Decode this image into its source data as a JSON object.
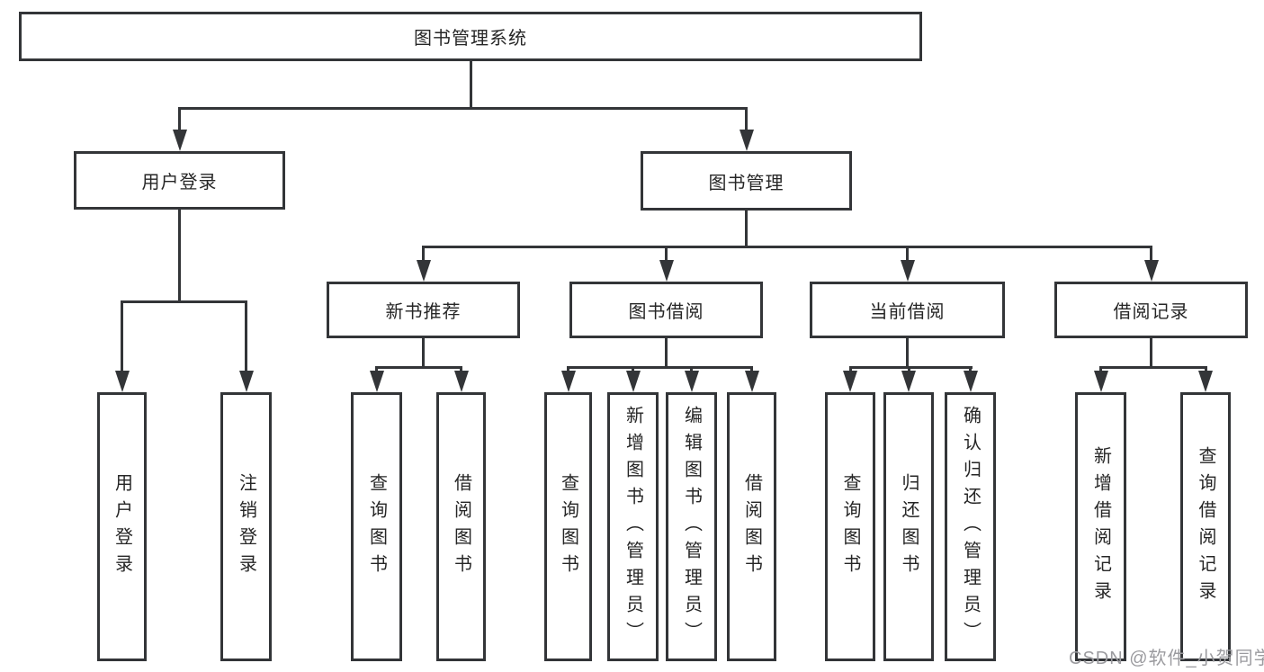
{
  "colors": {
    "line": "#333538",
    "text": "#262626",
    "background": "#ffffff",
    "watermark": "#9b9b9f"
  },
  "watermark": {
    "text": "CSDN @软件_小贺同学"
  },
  "tree": {
    "label": "图书管理系统",
    "children": [
      {
        "label": "用户登录",
        "children": [
          {
            "label": "用户登录"
          },
          {
            "label": "注销登录"
          }
        ]
      },
      {
        "label": "图书管理",
        "children": [
          {
            "label": "新书推荐",
            "children": [
              {
                "label": "查询图书"
              },
              {
                "label": "借阅图书"
              }
            ]
          },
          {
            "label": "图书借阅",
            "children": [
              {
                "label": "查询图书"
              },
              {
                "label": "新增图书（管理员）"
              },
              {
                "label": "编辑图书（管理员）"
              },
              {
                "label": "借阅图书"
              }
            ]
          },
          {
            "label": "当前借阅",
            "children": [
              {
                "label": "查询图书"
              },
              {
                "label": "归还图书"
              },
              {
                "label": "确认归还（管理员）"
              }
            ]
          },
          {
            "label": "借阅记录",
            "children": [
              {
                "label": "新增借阅记录"
              },
              {
                "label": "查询借阅记录"
              }
            ]
          }
        ]
      }
    ]
  }
}
